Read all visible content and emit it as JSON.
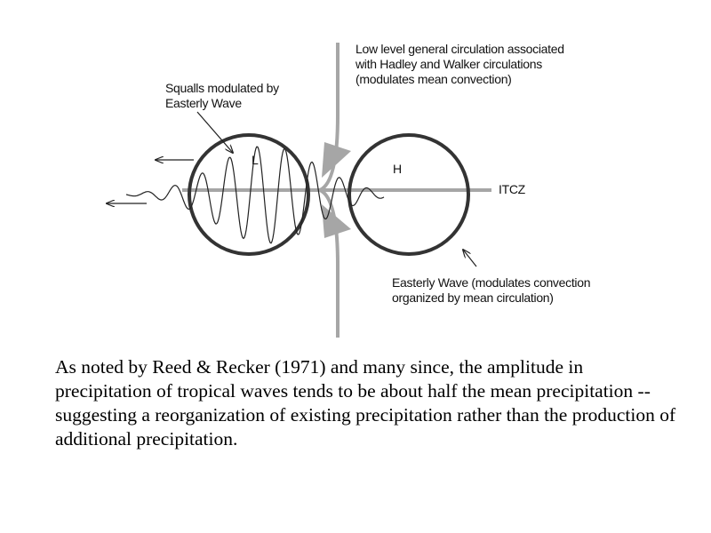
{
  "labels": {
    "low_level": "Low level general circulation associated with Hadley and Walker circulations (modulates mean convection)",
    "squalls": "Squalls modulated by Easterly Wave",
    "easterly_wave": "Easterly Wave (modulates convection organized by mean circulation)",
    "low": "L",
    "high": "H",
    "itcz": "ITCZ"
  },
  "caption": "As noted by Reed & Recker (1971) and many since, the amplitude in precipitation of tropical waves tends to be about half the mean precipitation -- suggesting a reorganization of existing precipitation rather than the production of additional precipitation.",
  "colors": {
    "circulation_arrows": "#a6a6a6",
    "circles": "#333333",
    "wave": "#222222"
  }
}
